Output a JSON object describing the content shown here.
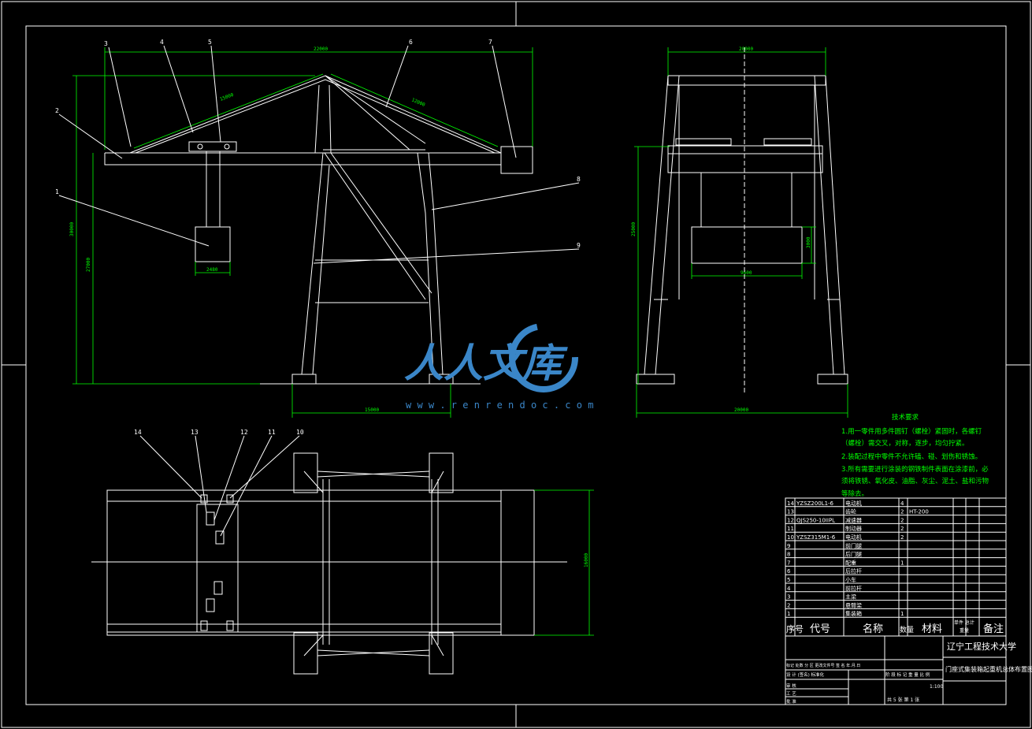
{
  "balloons": [
    "1",
    "2",
    "3",
    "4",
    "5",
    "6",
    "7",
    "8",
    "9",
    "14",
    "13",
    "12",
    "11",
    "10"
  ],
  "dims": {
    "top_span": "22000",
    "left_boom": "15000",
    "right_boom": "12000",
    "h_total": "30000",
    "h_mid": "27000",
    "hook_w": "2480",
    "base_w": "15000",
    "side_top": "20000",
    "side_h": "25000",
    "side_bw": "9600",
    "side_bh": "3000",
    "side_base": "20000",
    "plan_h": "16000"
  },
  "tech": {
    "title": "技术要求",
    "lines": [
      "1.用一零件用多件圆钉（螺栓）紧固时，各螺钉",
      "（螺栓）需交叉，对称，逐步，均匀拧紧。",
      "2.装配过程中零件不允许磕、碰、划伤和锈蚀。",
      "3.所有需要进行涂装的钢铁制件表面在涂漆前，必",
      "须将铁锈、氧化皮、油脂、灰尘、泥土、盐和污物",
      "等除去。"
    ]
  },
  "bom": [
    {
      "no": "14",
      "code": "YZSZ200L1-6",
      "name": "电动机",
      "qty": "4",
      "mat": "",
      "note": ""
    },
    {
      "no": "13",
      "code": "",
      "name": "齿轮",
      "qty": "2",
      "mat": "HT-200",
      "note": ""
    },
    {
      "no": "12",
      "code": "QJS250-10IIPL",
      "name": "减速器",
      "qty": "2",
      "mat": "",
      "note": ""
    },
    {
      "no": "11",
      "code": "",
      "name": "制动器",
      "qty": "2",
      "mat": "",
      "note": ""
    },
    {
      "no": "10",
      "code": "YZSZ315M1-6",
      "name": "电动机",
      "qty": "2",
      "mat": "",
      "note": ""
    },
    {
      "no": "9",
      "code": "",
      "name": "前门腿",
      "qty": "",
      "mat": "",
      "note": ""
    },
    {
      "no": "8",
      "code": "",
      "name": "后门腿",
      "qty": "",
      "mat": "",
      "note": ""
    },
    {
      "no": "7",
      "code": "",
      "name": "配重",
      "qty": "1",
      "mat": "",
      "note": ""
    },
    {
      "no": "6",
      "code": "",
      "name": "后拉杆",
      "qty": "",
      "mat": "",
      "note": ""
    },
    {
      "no": "5",
      "code": "",
      "name": "小车",
      "qty": "",
      "mat": "",
      "note": ""
    },
    {
      "no": "4",
      "code": "",
      "name": "前拉杆",
      "qty": "",
      "mat": "",
      "note": ""
    },
    {
      "no": "3",
      "code": "",
      "name": "主梁",
      "qty": "",
      "mat": "",
      "note": ""
    },
    {
      "no": "2",
      "code": "",
      "name": "悬臂梁",
      "qty": "",
      "mat": "",
      "note": ""
    },
    {
      "no": "1",
      "code": "",
      "name": "集装箱",
      "qty": "1",
      "mat": "",
      "note": ""
    }
  ],
  "bom_header": {
    "no": "序号",
    "code": "代号",
    "name": "名称",
    "qty": "数量",
    "mat": "材料",
    "unit": "单件 总计",
    "unit2": "重量",
    "note": "备注"
  },
  "title_block": {
    "school": "辽宁工程技术大学",
    "drawing": "门座式集装箱起重机总体布置图",
    "scale": "1:100",
    "sheets": "共 5 张  第 1 张",
    "r1": "标记 处数 分 区 更改文件号 签 名 年.月.日",
    "r2": "设 计 (签名) 标准化",
    "r3": "审 核",
    "r4": "工 艺",
    "r5": "批 准",
    "stage": "阶 段 标 记  重 量  比 例"
  },
  "watermark": {
    "cn": "人人文库",
    "url": "w w w . r e n r e n d o c . c o m"
  }
}
